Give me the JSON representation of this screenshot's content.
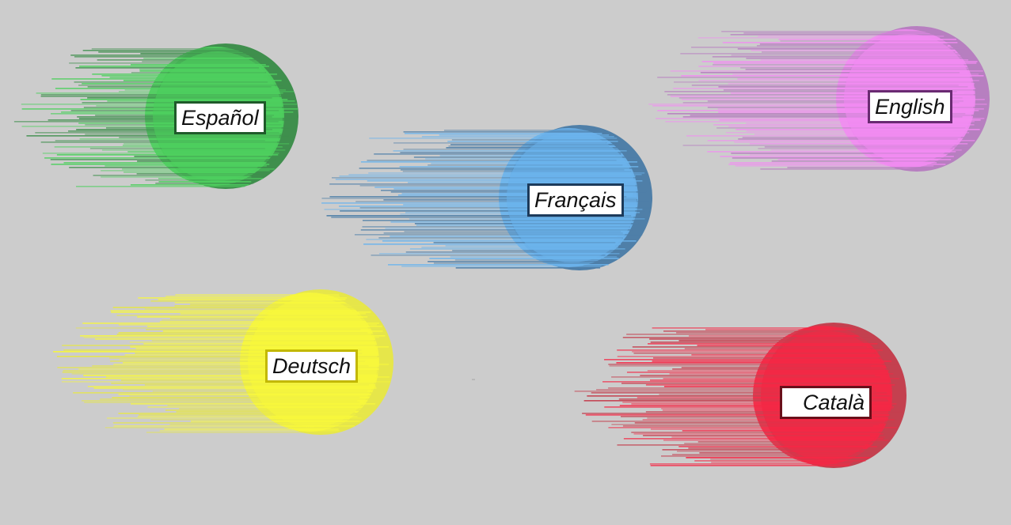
{
  "languages": [
    {
      "id": "espanol",
      "label": "Español",
      "color": "#4ecf5e",
      "shadow": "#3f8f4d",
      "border": "#1f5a2a"
    },
    {
      "id": "francais",
      "label": "Français",
      "color": "#6cb4ec",
      "shadow": "#4f7fa8",
      "border": "#1c3a5a"
    },
    {
      "id": "english",
      "label": "English",
      "color": "#f28cf2",
      "shadow": "#b77fc0",
      "border": "#6a2a72"
    },
    {
      "id": "deutsch",
      "label": "Deutsch",
      "color": "#f7f73c",
      "shadow": "#e6e64a",
      "border": "#b0a800"
    },
    {
      "id": "catala",
      "label": "Català",
      "color": "#f42845",
      "shadow": "#c4404f",
      "border": "#6a0f1a"
    }
  ]
}
